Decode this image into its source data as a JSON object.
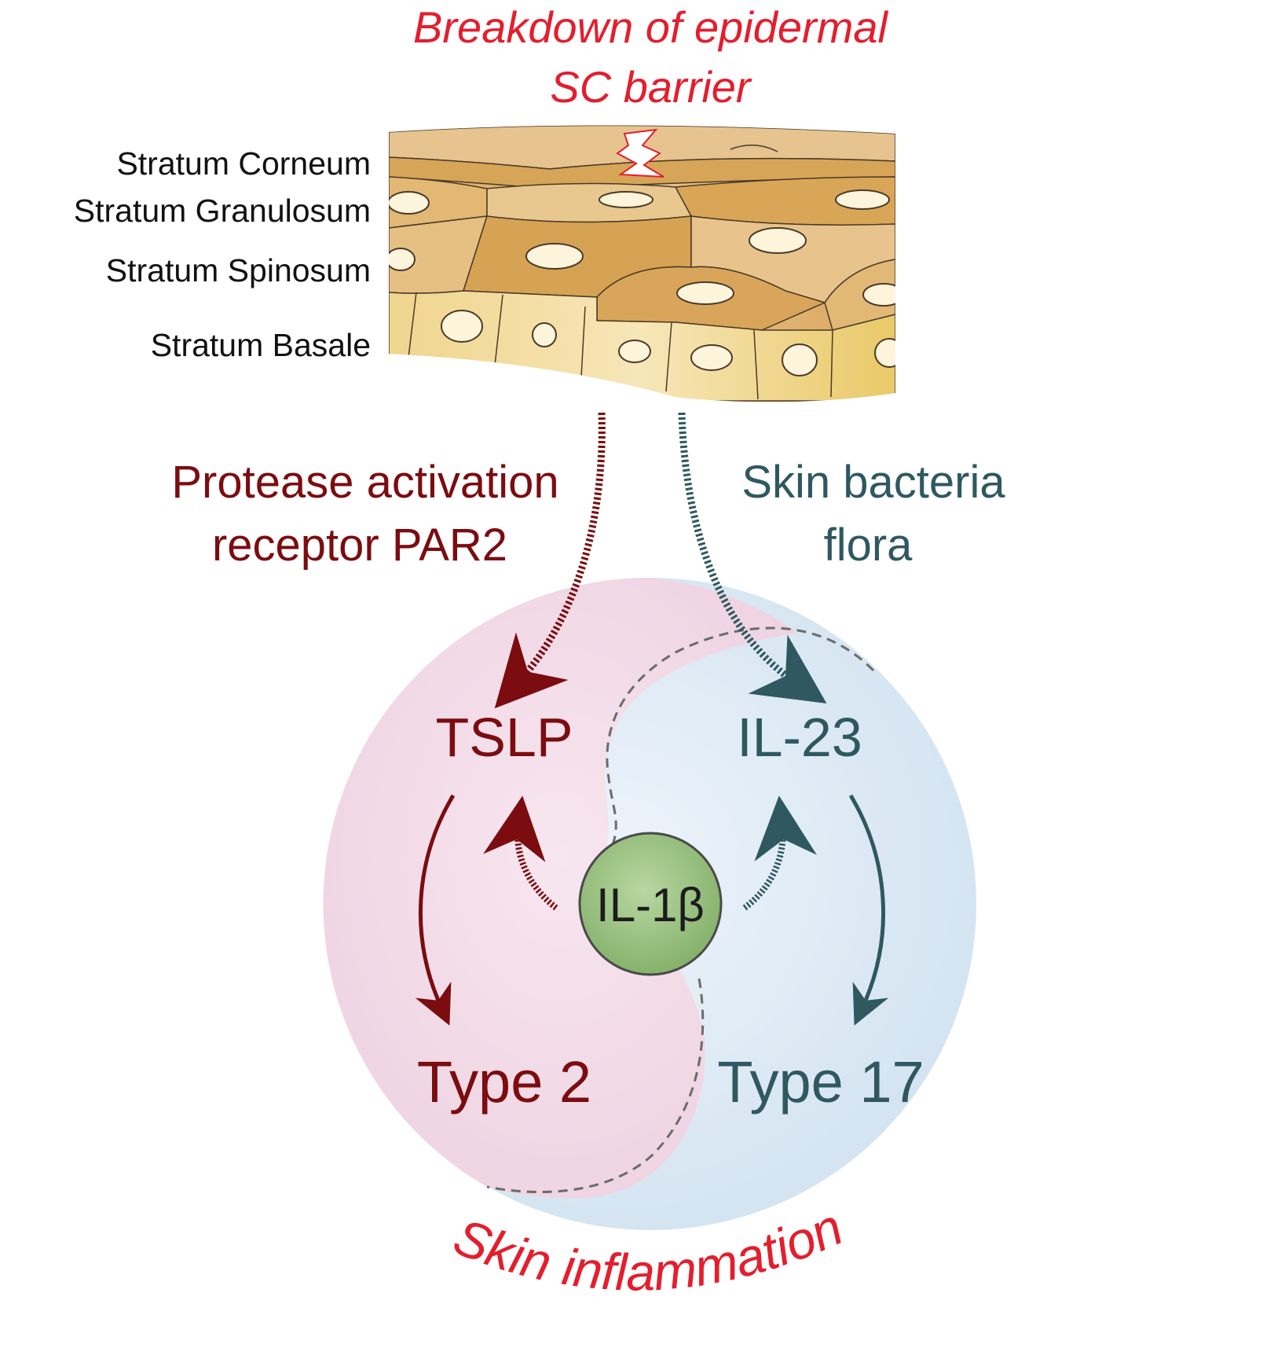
{
  "title": {
    "line1": "Breakdown of epidermal",
    "line2": "SC barrier"
  },
  "skin_layers": [
    "Stratum Corneum",
    "Stratum Granulosum",
    "Stratum Spinosum",
    "Stratum Basale"
  ],
  "pathway_left": {
    "line1": "Protease activation",
    "line2": "receptor PAR2"
  },
  "pathway_right": {
    "line1": "Skin bacteria",
    "line2": "flora"
  },
  "nodes": {
    "tslp": "TSLP",
    "il23": "IL-23",
    "il1b": "IL-1β",
    "type2": "Type 2",
    "type17": "Type 17"
  },
  "outcome": "Skin inflammation",
  "colors": {
    "title_red": "#e31e2d",
    "dark_red": "#7b0c10",
    "teal": "#2f5860",
    "pink_region": "#f2d4e3",
    "blue_region": "#d7e7f2",
    "il1b_green": "#9ac07f"
  }
}
